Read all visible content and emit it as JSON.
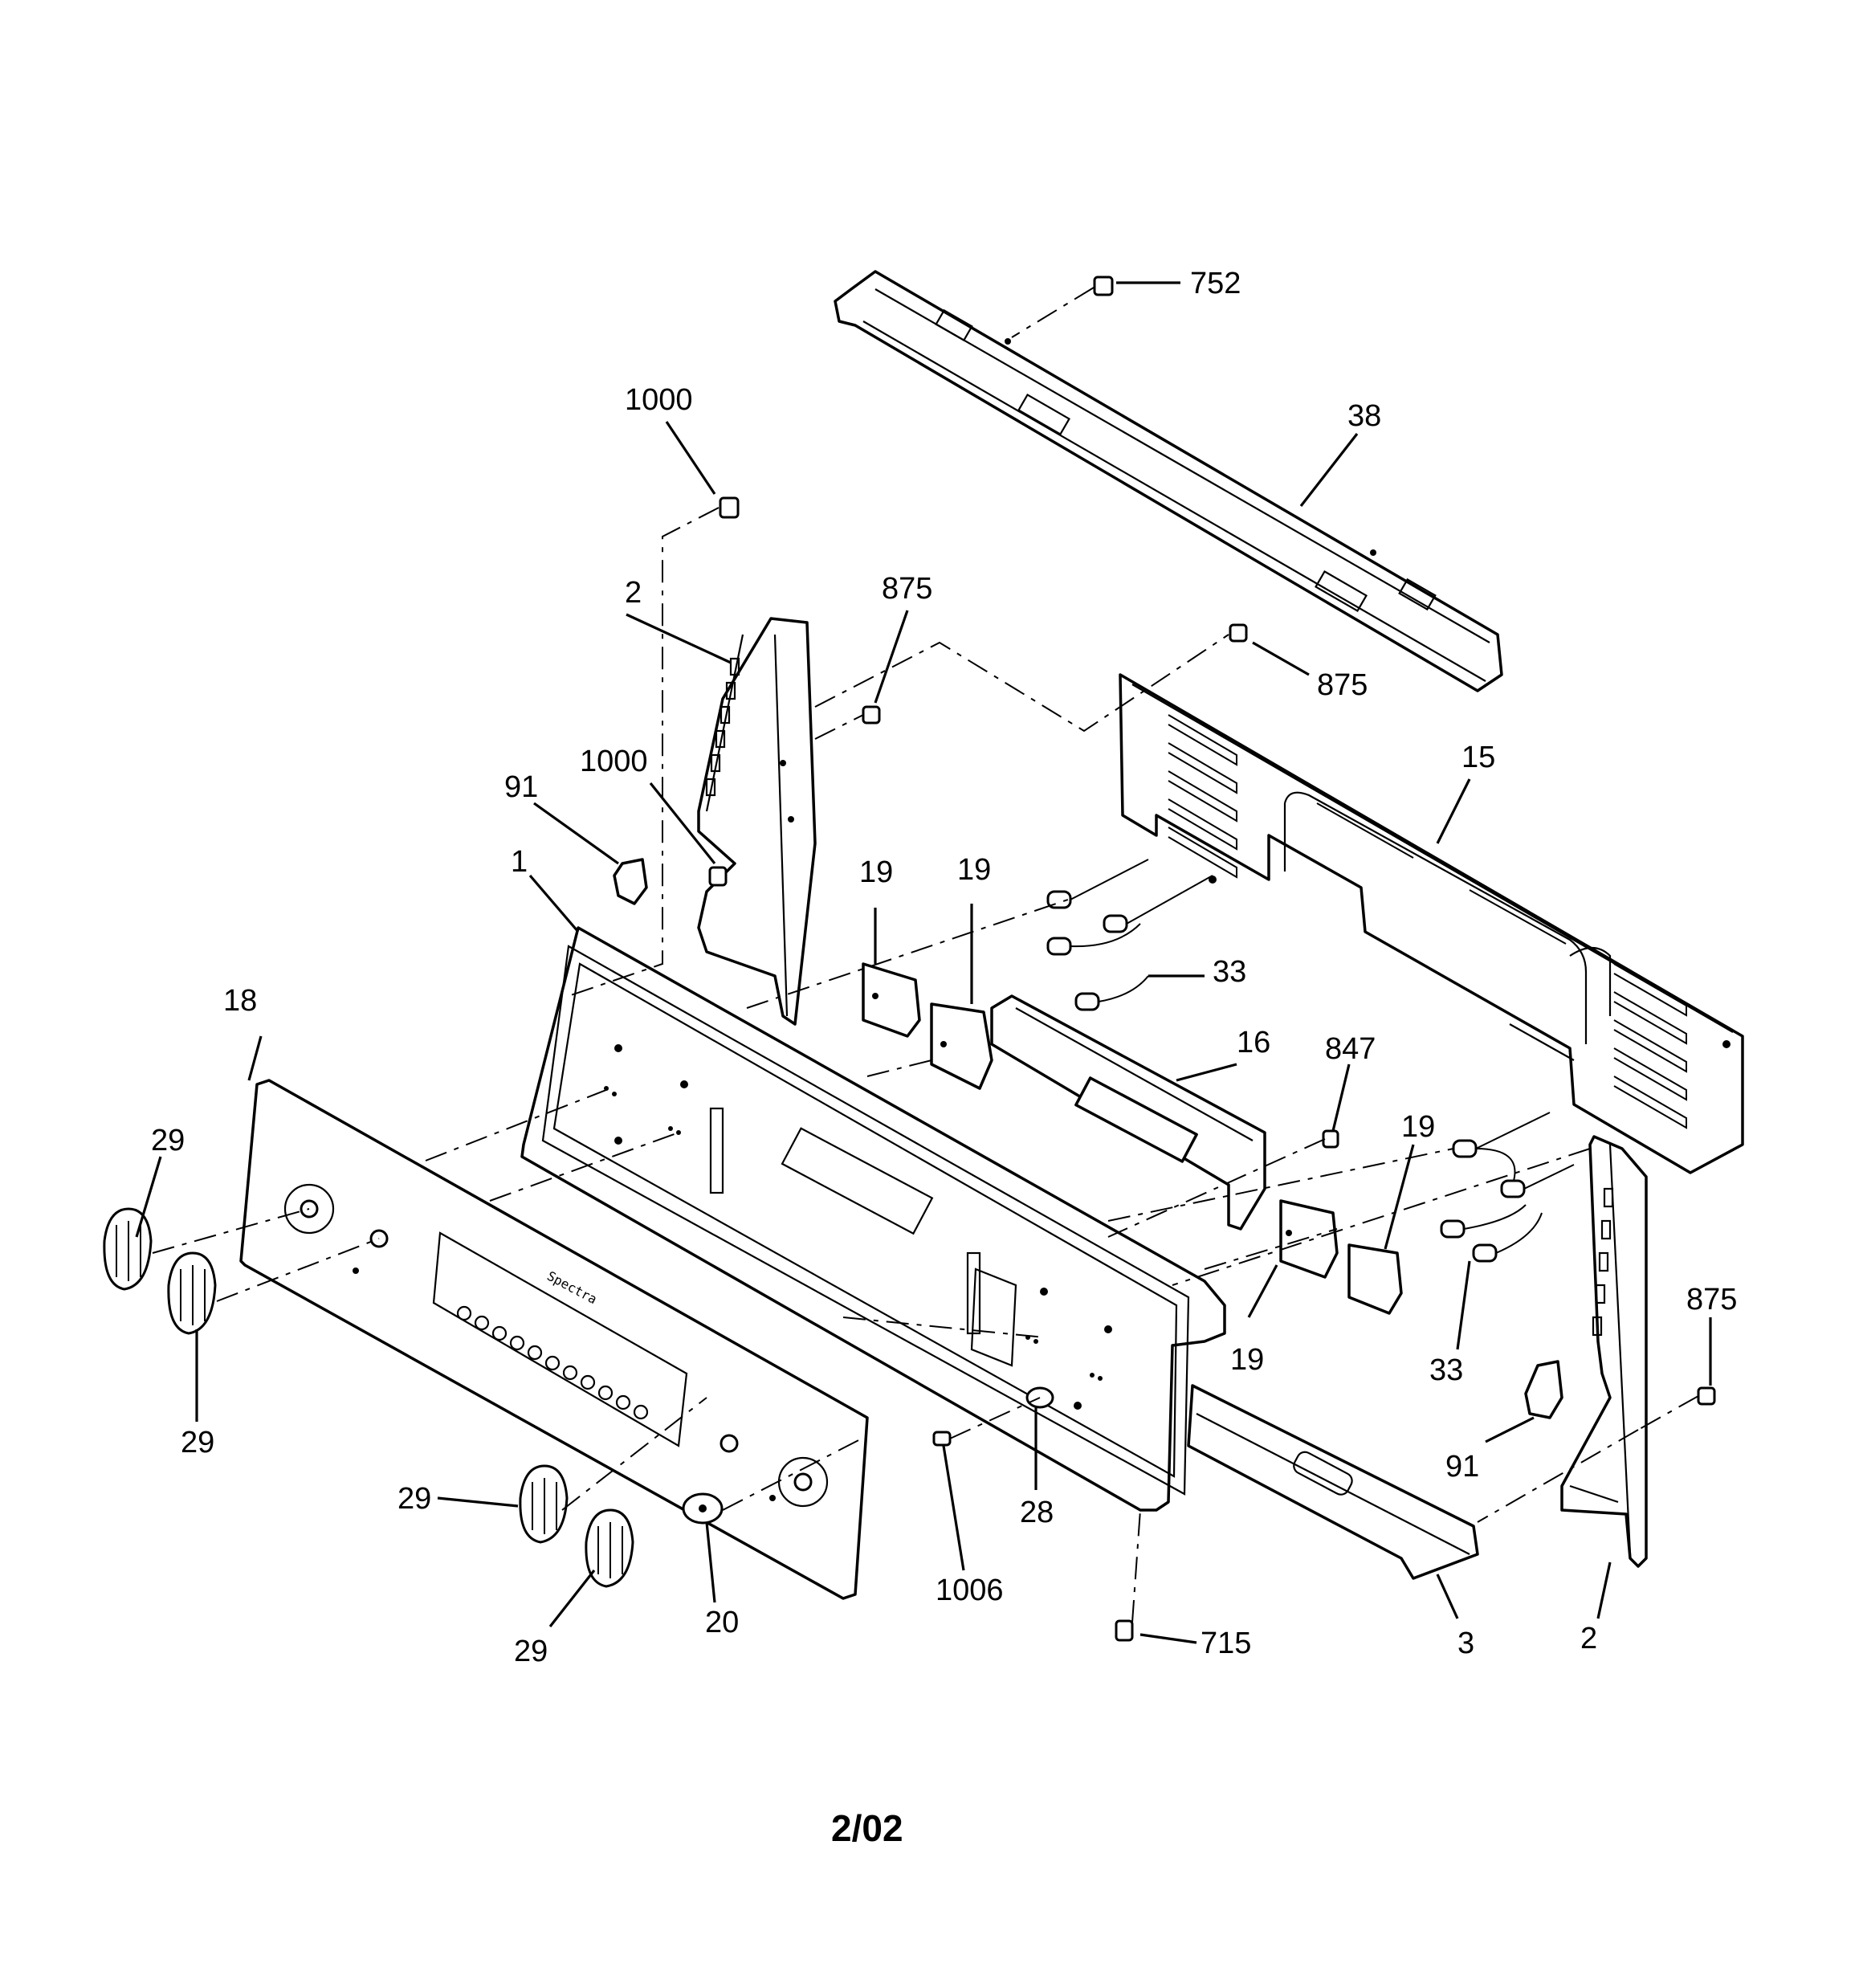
{
  "callouts": {
    "c752": "752",
    "c38": "38",
    "c1000_top": "1000",
    "c875_left": "875",
    "c875_right": "875",
    "c2_left": "2",
    "c15": "15",
    "c1000_mid": "1000",
    "c91_left": "91",
    "c1": "1",
    "c19_a": "19",
    "c19_b": "19",
    "c33_top": "33",
    "c18": "18",
    "c16": "16",
    "c847": "847",
    "c29_a": "29",
    "c19_c": "19",
    "c875_far": "875",
    "c29_b": "29",
    "c19_d": "19",
    "c33_bottom": "33",
    "c91_right": "91",
    "c28": "28",
    "c29_c": "29",
    "c1006": "1006",
    "c20": "20",
    "c29_d": "29",
    "c715": "715",
    "c3": "3",
    "c2_right": "2"
  },
  "panel_label": "Spectra",
  "footer": "2/02"
}
